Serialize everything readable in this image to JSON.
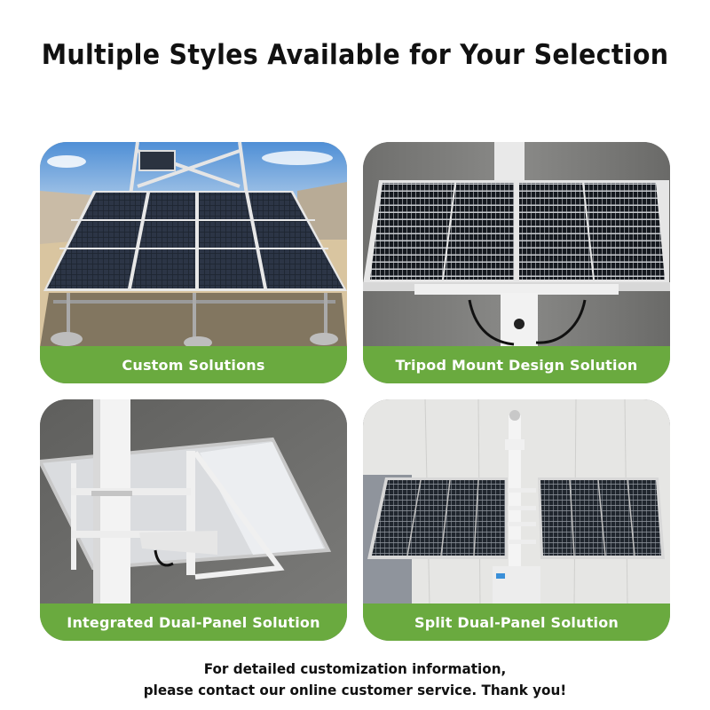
{
  "header": {
    "title": "Multiple Styles Available for Your Selection"
  },
  "cards": [
    {
      "label": "Custom Solutions",
      "image": "ground-mounted-solar-array-photo"
    },
    {
      "label": "Tripod Mount Design Solution",
      "image": "dual-panel-pole-mount-photo"
    },
    {
      "label": "Integrated Dual-Panel Solution",
      "image": "pole-bracket-panel-rear-photo"
    },
    {
      "label": "Split Dual-Panel Solution",
      "image": "split-panels-pole-photo"
    }
  ],
  "footer": {
    "line1": "For detailed customization information,",
    "line2": "please contact our online customer service. Thank you!"
  },
  "colors": {
    "accent_green": "#6aaa3f",
    "title_text": "#111111",
    "background": "#ffffff"
  }
}
